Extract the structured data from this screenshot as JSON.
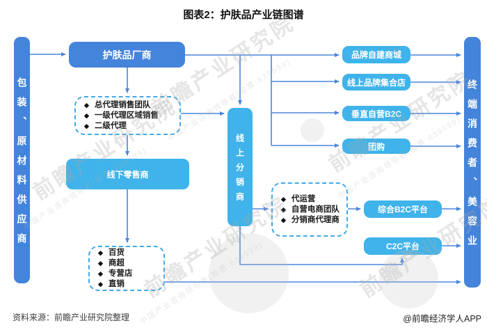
{
  "title": "图表2：护肤品产业链图谱",
  "colors": {
    "primary_blue": "#4484da",
    "light_blue": "#3fb3ea",
    "line_blue": "#4a86db",
    "dashed_border": "#3fa9e8"
  },
  "left_bar": {
    "label": "包装、原材料供应商"
  },
  "right_bar": {
    "label": "终端消费者、美容业"
  },
  "nodes": {
    "manufacturer": "护肤品厂商",
    "offline_retailer": "线下零售商",
    "online_distributor": "线上分销商",
    "brand_mall": "品牌自建商城",
    "online_brand_store": "线上品牌集合店",
    "vertical_b2c": "垂直自营B2C",
    "group_buying": "团购",
    "comprehensive_b2c": "综合B2C平台",
    "c2c": "C2C平台"
  },
  "bullet": "◆",
  "agent_list": {
    "items": [
      "总代理销售团队",
      "一级代理区域销售",
      "二级代理"
    ]
  },
  "offline_channel_list": {
    "items": [
      "百货",
      "商超",
      "专营店",
      "直销"
    ]
  },
  "online_team_list": {
    "items": [
      "代运营",
      "自营电商团队",
      "分销商代理商"
    ]
  },
  "footer": {
    "source": "资料来源：前瞻产业研究院整理",
    "credit": "@前瞻经济学人APP"
  },
  "watermark": {
    "text": "前瞻产业研究院",
    "sub": "中国产业咨询领导者(股票:839599)"
  }
}
